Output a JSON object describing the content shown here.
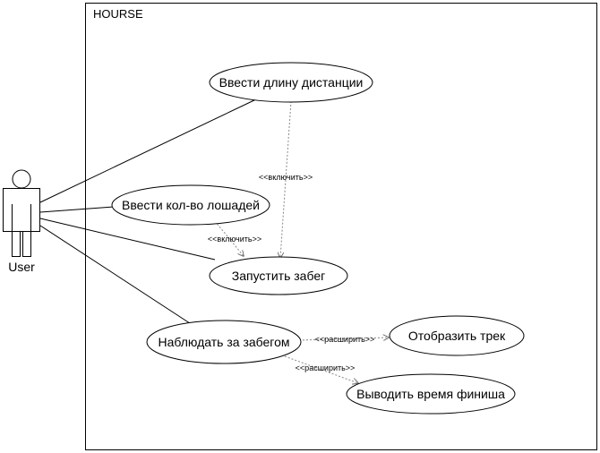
{
  "system": {
    "name": "HOURSE"
  },
  "actor": {
    "name": "User"
  },
  "use_cases": {
    "enter_distance": "Ввести длину дистанции",
    "enter_horses": "Ввести кол-во лошадей",
    "start_race": "Запустить забег",
    "watch_race": "Наблюдать за забегом",
    "show_track": "Отобразить трек",
    "show_finish_time": "Выводить время финиша"
  },
  "relationships": {
    "include_1": "<<включить>>",
    "include_2": "<<включить>>",
    "extend_1": "<<расширить>>",
    "extend_2": "<<расширить>>"
  },
  "colors": {
    "line": "#000000",
    "dashed": "#888888",
    "background": "#ffffff"
  }
}
